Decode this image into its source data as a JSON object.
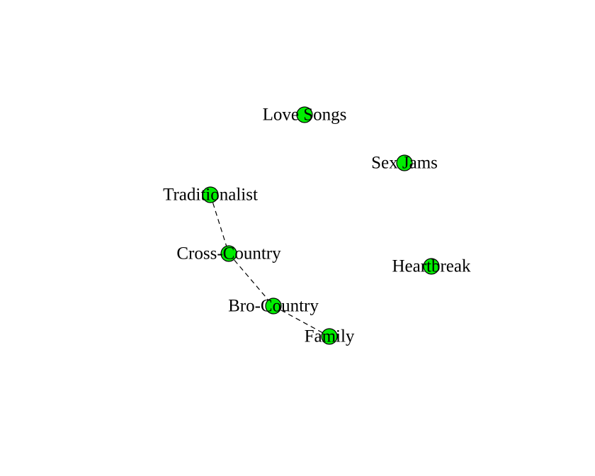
{
  "graph": {
    "node_fill": "#00ee00",
    "node_stroke": "#000000",
    "edge_style": "dashed",
    "nodes": [
      {
        "id": "love-songs",
        "label": "Love Songs"
      },
      {
        "id": "sex-jams",
        "label": "Sex Jams"
      },
      {
        "id": "traditionalist",
        "label": "Traditionalist"
      },
      {
        "id": "cross-country",
        "label": "Cross-Country"
      },
      {
        "id": "heartbreak",
        "label": "Heartbreak"
      },
      {
        "id": "bro-country",
        "label": "Bro-Country"
      },
      {
        "id": "family",
        "label": "Family"
      }
    ],
    "edges": [
      {
        "from": "traditionalist",
        "to": "cross-country"
      },
      {
        "from": "cross-country",
        "to": "bro-country"
      },
      {
        "from": "bro-country",
        "to": "family"
      }
    ]
  }
}
